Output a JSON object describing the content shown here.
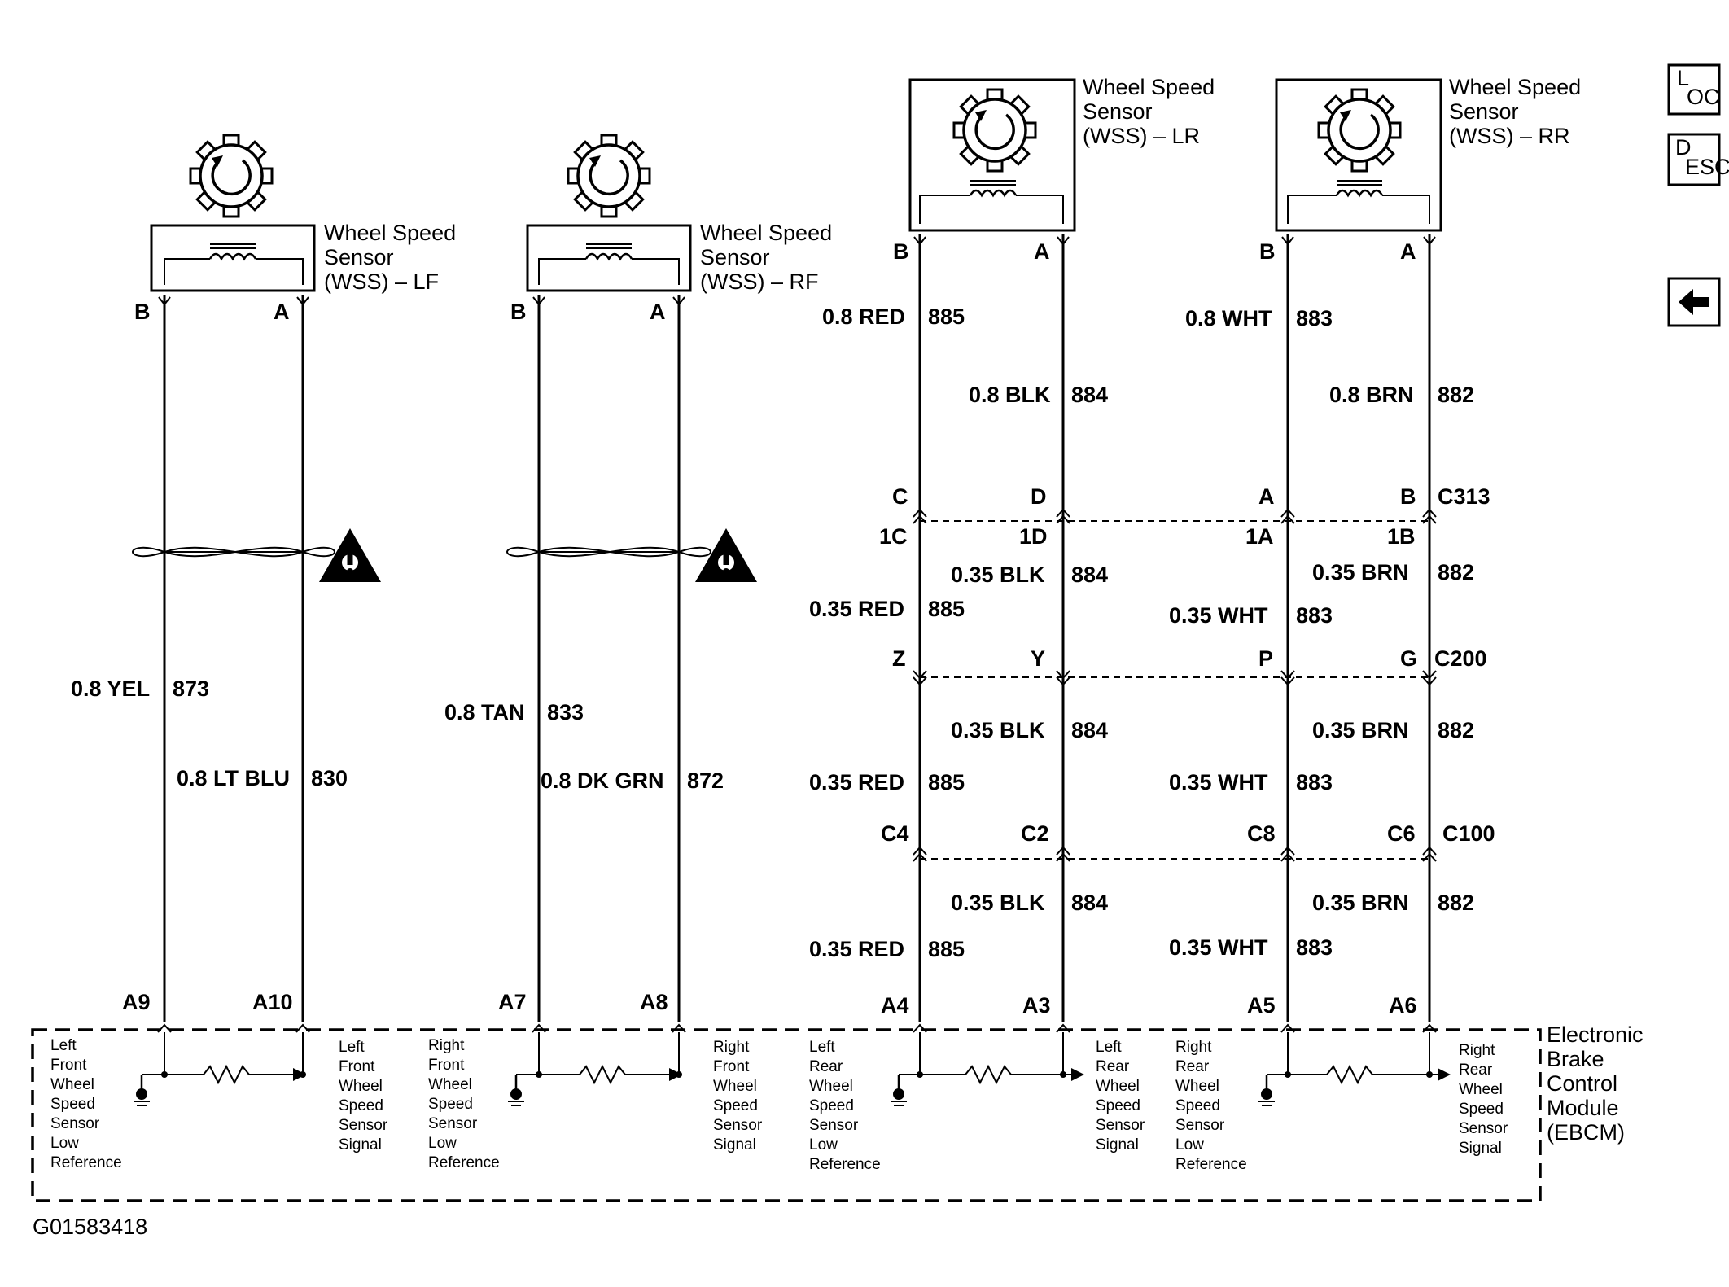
{
  "figure_id": "G01583418",
  "nav_buttons": [
    {
      "icon": "location-icon",
      "label_main": "L",
      "label_sub": "OC"
    },
    {
      "icon": "description-icon",
      "label_main": "D",
      "label_sub": "ESC"
    },
    {
      "icon": "back-arrow-icon"
    }
  ],
  "sensors": [
    {
      "id": "lf",
      "title": [
        "Wheel Speed",
        "Sensor",
        "(WSS) – LF"
      ],
      "pin_b": "B",
      "pin_a": "A"
    },
    {
      "id": "rf",
      "title": [
        "Wheel Speed",
        "Sensor",
        "(WSS) – RF"
      ],
      "pin_b": "B",
      "pin_a": "A"
    },
    {
      "id": "lr",
      "title": [
        "Wheel Speed",
        "Sensor",
        "(WSS) – LR"
      ],
      "pin_b": "B",
      "pin_a": "A"
    },
    {
      "id": "rr",
      "title": [
        "Wheel Speed",
        "Sensor",
        "(WSS) – RR"
      ],
      "pin_b": "B",
      "pin_a": "A"
    }
  ],
  "front_wires": {
    "lf": {
      "b_wire": "0.8 YEL",
      "b_circuit": "873",
      "a_wire": "0.8 LT BLU",
      "a_circuit": "830",
      "b_pin": "A9",
      "a_pin": "A10"
    },
    "rf": {
      "b_wire": "0.8 TAN",
      "b_circuit": "833",
      "a_wire": "0.8 DK GRN",
      "a_circuit": "872",
      "b_pin": "A7",
      "a_pin": "A8"
    }
  },
  "rear_wires": {
    "lr": {
      "b_seg1": {
        "wire": "0.8 RED",
        "circuit": "885"
      },
      "a_seg1": {
        "wire": "0.8 BLK",
        "circuit": "884"
      },
      "c313_b": "C",
      "c313_a": "D",
      "inline_b": "1C",
      "inline_a": "1D",
      "b_seg2": {
        "wire": "0.35 RED",
        "circuit": "885"
      },
      "a_seg2": {
        "wire": "0.35 BLK",
        "circuit": "884"
      },
      "c200_b": "Z",
      "c200_a": "Y",
      "b_seg3": {
        "wire": "0.35 RED",
        "circuit": "885"
      },
      "a_seg3": {
        "wire": "0.35 BLK",
        "circuit": "884"
      },
      "c100_b": "C4",
      "c100_a": "C2",
      "b_seg4": {
        "wire": "0.35 RED",
        "circuit": "885"
      },
      "a_seg4": {
        "wire": "0.35 BLK",
        "circuit": "884"
      },
      "ebcm_b": "A4",
      "ebcm_a": "A3"
    },
    "rr": {
      "b_seg1": {
        "wire": "0.8 WHT",
        "circuit": "883"
      },
      "a_seg1": {
        "wire": "0.8 BRN",
        "circuit": "882"
      },
      "c313_b": "A",
      "c313_a": "B",
      "inline_b": "1A",
      "inline_a": "1B",
      "b_seg2": {
        "wire": "0.35 WHT",
        "circuit": "883"
      },
      "a_seg2": {
        "wire": "0.35 BRN",
        "circuit": "882"
      },
      "c200_b": "P",
      "c200_a": "G",
      "b_seg3": {
        "wire": "0.35 WHT",
        "circuit": "883"
      },
      "a_seg3": {
        "wire": "0.35 BRN",
        "circuit": "882"
      },
      "c100_b": "C8",
      "c100_a": "C6",
      "b_seg4": {
        "wire": "0.35 WHT",
        "circuit": "883"
      },
      "a_seg4": {
        "wire": "0.35 BRN",
        "circuit": "882"
      },
      "ebcm_b": "A5",
      "ebcm_a": "A6"
    }
  },
  "connectors": {
    "c313": "C313",
    "c200": "C200",
    "c100": "C100"
  },
  "ebcm": {
    "title": [
      "Electronic",
      "Brake",
      "Control",
      "Module",
      "(EBCM)"
    ],
    "low_refs": [
      [
        "Left",
        "Front",
        "Wheel",
        "Speed",
        "Sensor",
        "Low",
        "Reference"
      ],
      [
        "Right",
        "Front",
        "Wheel",
        "Speed",
        "Sensor",
        "Low",
        "Reference"
      ],
      [
        "Left",
        "Rear",
        "Wheel",
        "Speed",
        "Sensor",
        "Low",
        "Reference"
      ],
      [
        "Right",
        "Rear",
        "Wheel",
        "Speed",
        "Sensor",
        "Low",
        "Reference"
      ]
    ],
    "signals": [
      [
        "Left",
        "Front",
        "Wheel",
        "Speed",
        "Sensor",
        "Signal"
      ],
      [
        "Right",
        "Front",
        "Wheel",
        "Speed",
        "Sensor",
        "Signal"
      ],
      [
        "Left",
        "Rear",
        "Wheel",
        "Speed",
        "Sensor",
        "Signal"
      ],
      [
        "Right",
        "Rear",
        "Wheel",
        "Speed",
        "Sensor",
        "Signal"
      ]
    ]
  }
}
